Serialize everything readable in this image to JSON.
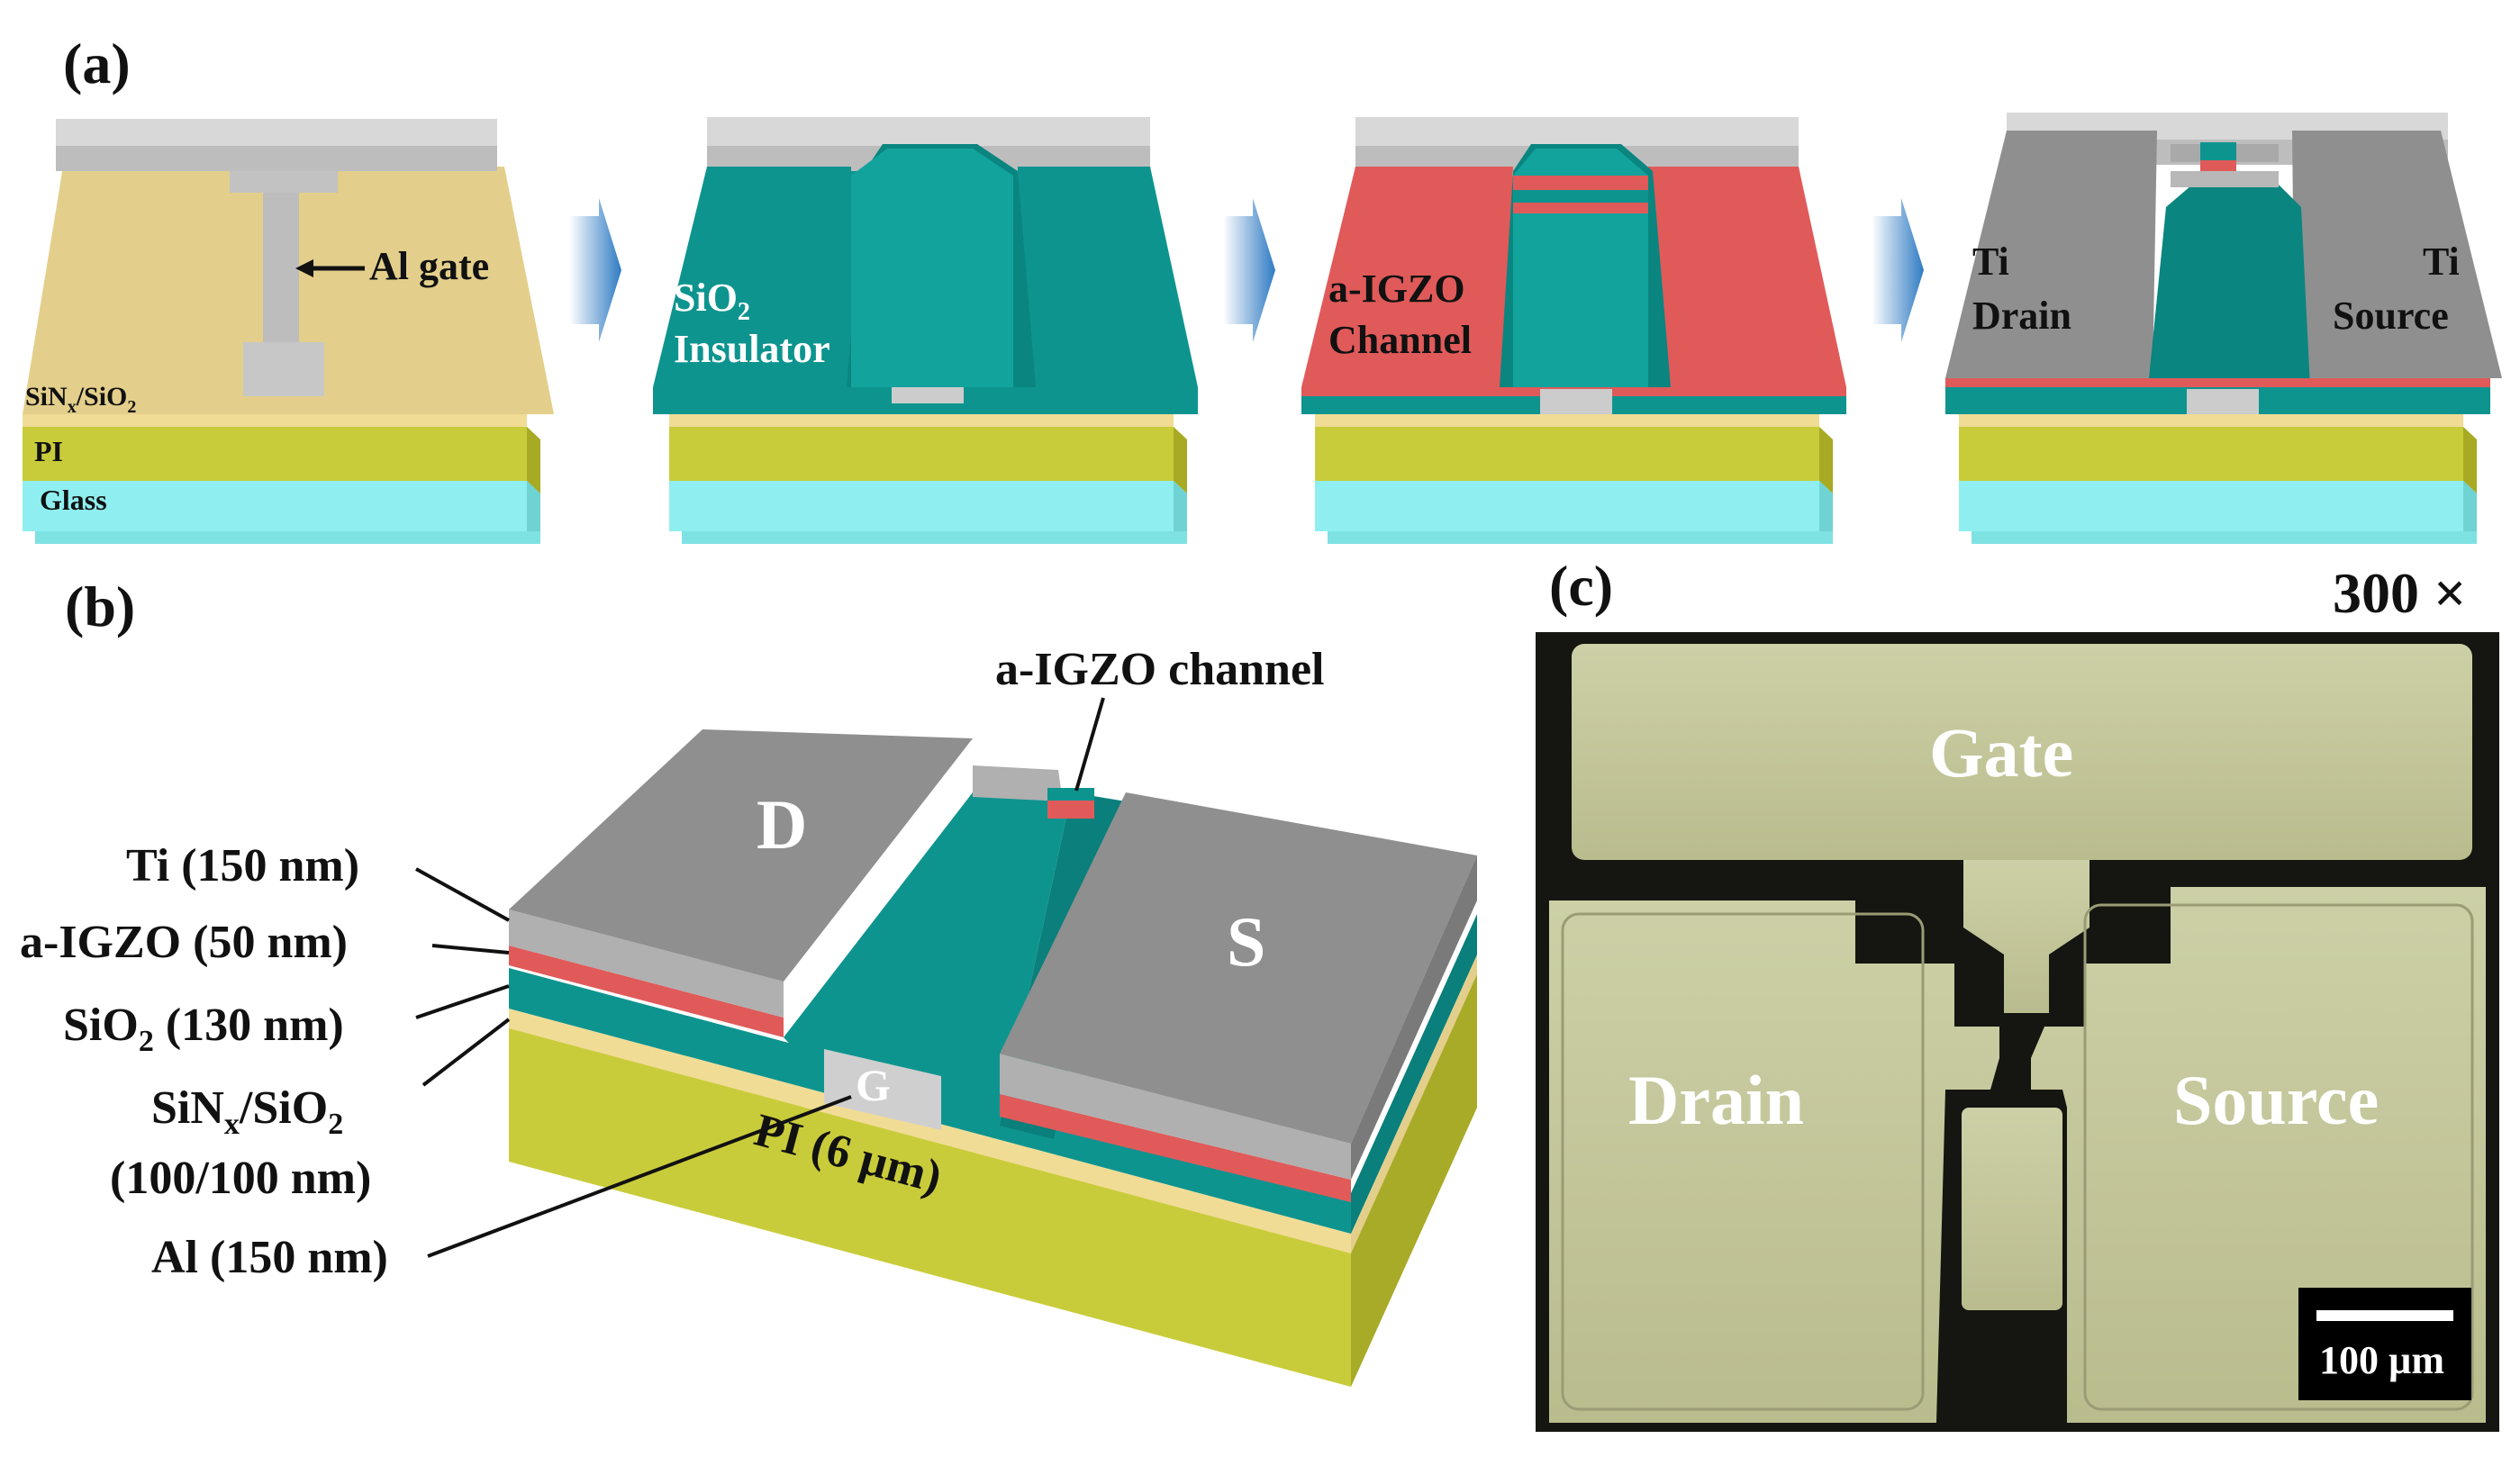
{
  "panels": {
    "a": {
      "label": "(a)",
      "step1": {
        "gate_label": "Al gate",
        "barrier_label": {
          "main": "SiN",
          "sub1": "x",
          "mid": "/SiO",
          "sub2": "2"
        },
        "pi_label": "PI",
        "glass_label": "Glass"
      },
      "step2": {
        "insulator_line1": {
          "main": "SiO",
          "sub": "2"
        },
        "insulator_line2": "Insulator"
      },
      "step3": {
        "channel_line1": "a-IGZO",
        "channel_line2": "Channel"
      },
      "step4": {
        "drain_line1": "Ti",
        "drain_line2": "Drain",
        "source_line1": "Ti",
        "source_line2": "Source"
      }
    },
    "b": {
      "label": "(b)",
      "channel_callout": "a-IGZO channel",
      "drain": "D",
      "source": "S",
      "gate": "G",
      "pi_label": "PI (6 µm)",
      "layer_labels": {
        "ti": "Ti (150 nm)",
        "igzo": "a-IGZO (50 nm)",
        "sio2": {
          "main": "SiO",
          "sub": "2",
          "rest": " (130 nm)"
        },
        "barrier_line1": {
          "main": "SiN",
          "sub1": "x",
          "mid": "/SiO",
          "sub2": "2"
        },
        "barrier_line2": "(100/100 nm)",
        "al": "Al (150 nm)"
      }
    },
    "c": {
      "label": "(c)",
      "magnification": "300 ×",
      "gate": "Gate",
      "drain": "Drain",
      "source": "Source",
      "scale_bar": "100 µm"
    }
  },
  "colors": {
    "arrow": "#3f86c9",
    "barrier": "#e3cf8b",
    "pi": "#c9cc3a",
    "glass": "#8feff0",
    "oxide": "#0e948f",
    "igzo": "#e05a5a",
    "metal": "#8f8f8f",
    "micrograph_pad": "#c8caa0",
    "micrograph_bg": "#151611"
  }
}
